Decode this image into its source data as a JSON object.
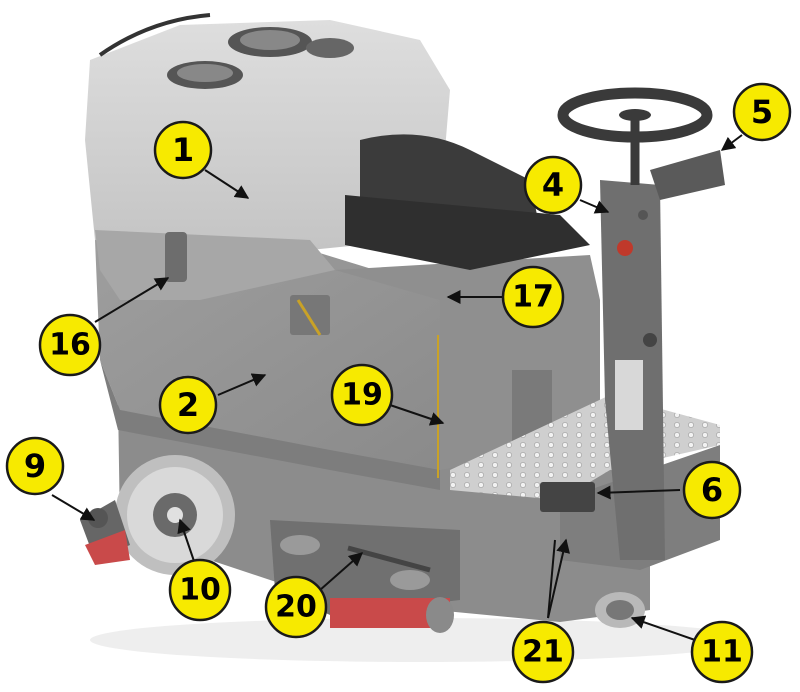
{
  "figure": {
    "subject": "ride-on floor scrubber",
    "callout_fill": "#f7ea00",
    "callout_stroke": "#1a1a1a",
    "body_color": "#9a9a9a",
    "tank_color": "#cfcfcf"
  },
  "callouts": [
    {
      "id": "c1",
      "label": "1"
    },
    {
      "id": "c2",
      "label": "2"
    },
    {
      "id": "c4",
      "label": "4"
    },
    {
      "id": "c5",
      "label": "5"
    },
    {
      "id": "c6",
      "label": "6"
    },
    {
      "id": "c9",
      "label": "9"
    },
    {
      "id": "c10",
      "label": "10"
    },
    {
      "id": "c11",
      "label": "11"
    },
    {
      "id": "c16",
      "label": "16"
    },
    {
      "id": "c17",
      "label": "17"
    },
    {
      "id": "c19",
      "label": "19"
    },
    {
      "id": "c20",
      "label": "20"
    },
    {
      "id": "c21",
      "label": "21"
    }
  ]
}
